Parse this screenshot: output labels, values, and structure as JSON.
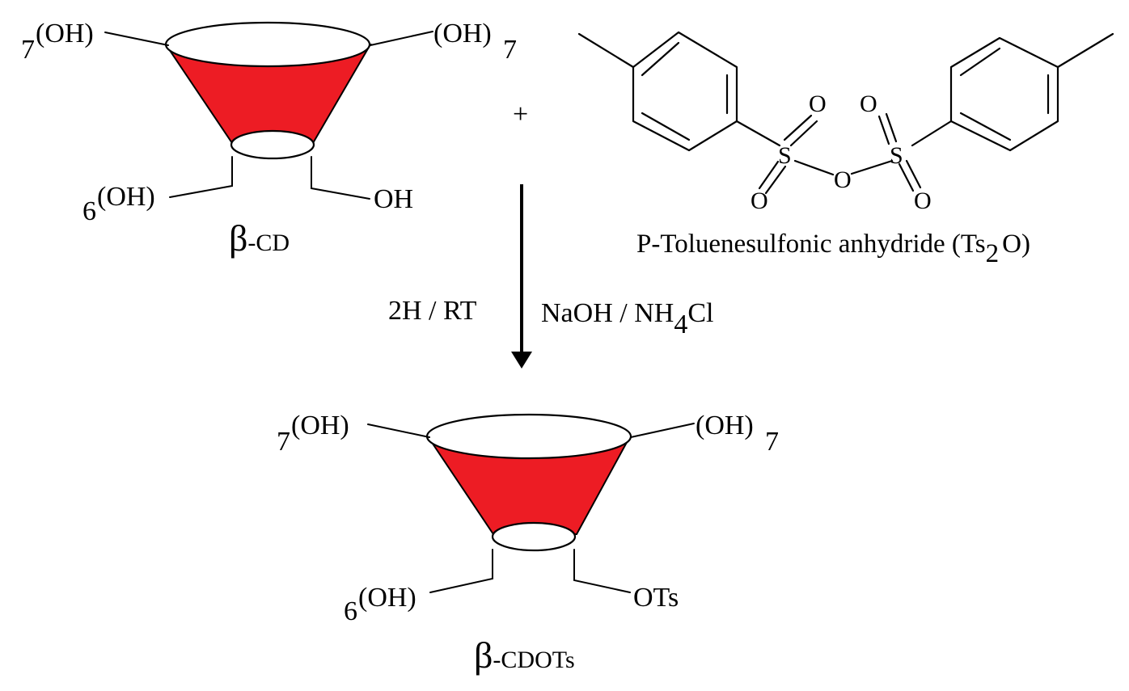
{
  "reactant_cd": {
    "top_left_count": "7",
    "top_left_group": "(OH)",
    "top_right_group": "(OH)",
    "top_right_count": "7",
    "bottom_left_count": "6",
    "bottom_left_group": "(OH)",
    "bottom_right_group": "OH",
    "name_greek": "β",
    "name_rest": "-CD"
  },
  "plus": "+",
  "reagent": {
    "atom_s": "S",
    "atom_o": "O",
    "name_main": "P-Toluenesulfonic anhydride (Ts",
    "name_sub": "2",
    "name_end": "O)"
  },
  "conditions": {
    "left": "2H / RT",
    "right_main": "NaOH / NH",
    "right_sub": "4",
    "right_end": "Cl"
  },
  "product_cd": {
    "top_left_count": "7",
    "top_left_group": "(OH)",
    "top_right_group": "(OH)",
    "top_right_count": "7",
    "bottom_left_count": "6",
    "bottom_left_group": "(OH)",
    "bottom_right_group": "OTs",
    "name_greek": "β",
    "name_rest": "-CDOTs"
  },
  "colors": {
    "cone_fill": "#ed1c24",
    "line": "#000000"
  }
}
